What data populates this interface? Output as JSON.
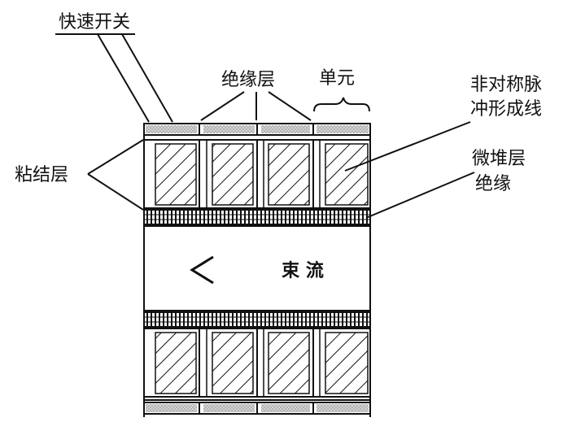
{
  "labels": {
    "fast_switch": "快速开关",
    "insulation_layer": "绝缘层",
    "unit": "单元",
    "asymmetric_pulse_line_1": "非对称脉",
    "asymmetric_pulse_line_2": "冲形成线",
    "bonding_layer": "粘结层",
    "micro_stack_insulation_1": "微堆层",
    "micro_stack_insulation_2": "绝缘",
    "beam_flow": "束 流"
  },
  "colors": {
    "line": "#111111",
    "strip_fill": "#d4d4d4",
    "background": "#ffffff"
  },
  "icons": {
    "arrow": "chevron-left-icon"
  }
}
